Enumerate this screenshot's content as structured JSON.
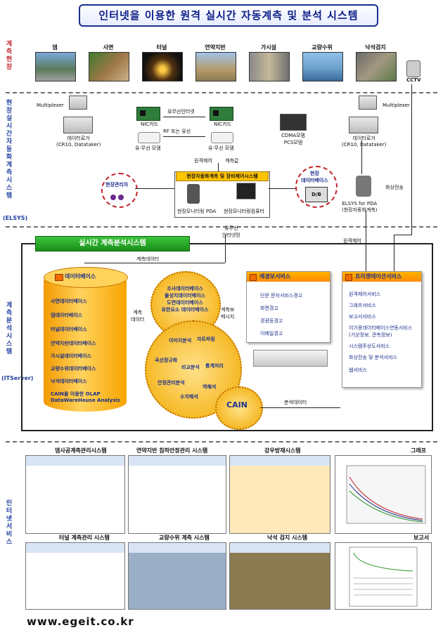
{
  "title": "인터넷을 이용한 원격 실시간 자동계측 및 분석 시스템",
  "sections": {
    "field": "계측현장",
    "elsys": "현장실시간자동화계측시스템",
    "elsys_abbr": "(ELSYS)",
    "analysis": "계측분석시스템",
    "analysis_abbr": "(ITServer)",
    "internet": "인터넷서비스"
  },
  "sites": [
    "댐",
    "사면",
    "터널",
    "연약지반",
    "가시설",
    "교량수위",
    "낙석검지"
  ],
  "cctv": "CCTV",
  "elsys": {
    "multiplexer_left": "Multiplexer",
    "multiplexer_right": "Multiplexer",
    "logger_left": "데이터로거\n(CR10, Datataker)",
    "logger_right": "데이터로거\n(CR10, Datataker)",
    "nic_left": "NIC카드",
    "nic_right": "NIC카드",
    "modem_left": "유·무선 모뎀",
    "modem_right": "유·무선 모뎀",
    "wired_link": "유무선인터넷",
    "rf_link": "RF 또는 유선",
    "cdma": "CDMA모뎀\nPCS모뎀",
    "remote_ctrl": "원격제어",
    "meas_value": "계측값",
    "center_box": "현장자동화계측 및 장비제어시스템",
    "field_admin": "현장관리자",
    "field_db": "현장\n데이터베이스",
    "db_label": "D/B",
    "pda": "현장모니터링 PDA",
    "monitor_pc": "현장모니터링컴퓨터",
    "elsys_pda": "ELSYS for PDA\n(현장자동화계측)",
    "realtime_tx": "화상전송",
    "wired_internet": "유무선\n인터넷망",
    "remote_ctrl2": "원격제어"
  },
  "analysis": {
    "header": "실시간 계측분석시스템",
    "measure_data": "계측데이터",
    "db_title": "데이터베이스",
    "db_items": [
      "사면데이터베이스",
      "댐데이터베이스",
      "터널데이터베이스",
      "연약지반데이터베이스",
      "가시설데이터베이스",
      "교량수위데이터베이스",
      "낙석데이터베이스",
      "CAIN을 이용한 OLAP\nDataWareHouse Analysis"
    ],
    "measure_data_arrow": "계측\n데이터",
    "top_gear": [
      "조사데이터베이스",
      "물성치데이터베이스",
      "도면데이터베이스",
      "유한요소 데이터베이스"
    ],
    "forecast_msg": "계측보\n메시지",
    "center_gear": [
      "이미지분석",
      "자트파링",
      "곡선정규화",
      "비교분석",
      "통계처리",
      "안정관리분석",
      "역해석",
      "수치해석"
    ],
    "cain": "CAIN",
    "analysis_data": "분석데이터",
    "forecast_title": "예경보서비스",
    "forecast_items": [
      "단문 문자서비스경고",
      "화면경고",
      "경광등경고",
      "이메일경고"
    ],
    "present_title": "프리젠테이션서비스",
    "present_items": [
      "원격제어서비스",
      "그래프서비스",
      "보고서서비스",
      "이기종데이터베이스연동서비스\n(기상정보, 관측정보)",
      "시스템주상도서비스",
      "화상전송 및 분석서비스",
      "웹서비스"
    ],
    "remote_ctrl": "원격제어"
  },
  "internet": {
    "shots_row1": [
      "댐사공계측관리시스템",
      "연약지반 침하안정관리 시스템",
      "강우방재시스템",
      "그래프"
    ],
    "shots_row2": [
      "터널 계측관리 시스템",
      "교량수위 계측 시스템",
      "낙석 검지 시스템",
      "보고서"
    ]
  },
  "url": "www.egeit.co.kr",
  "colors": {
    "title": "#0a1c86",
    "accent": "#ffc400",
    "orange": "#ff8a00",
    "green": "#1a8f1a",
    "red": "#c0232b"
  }
}
